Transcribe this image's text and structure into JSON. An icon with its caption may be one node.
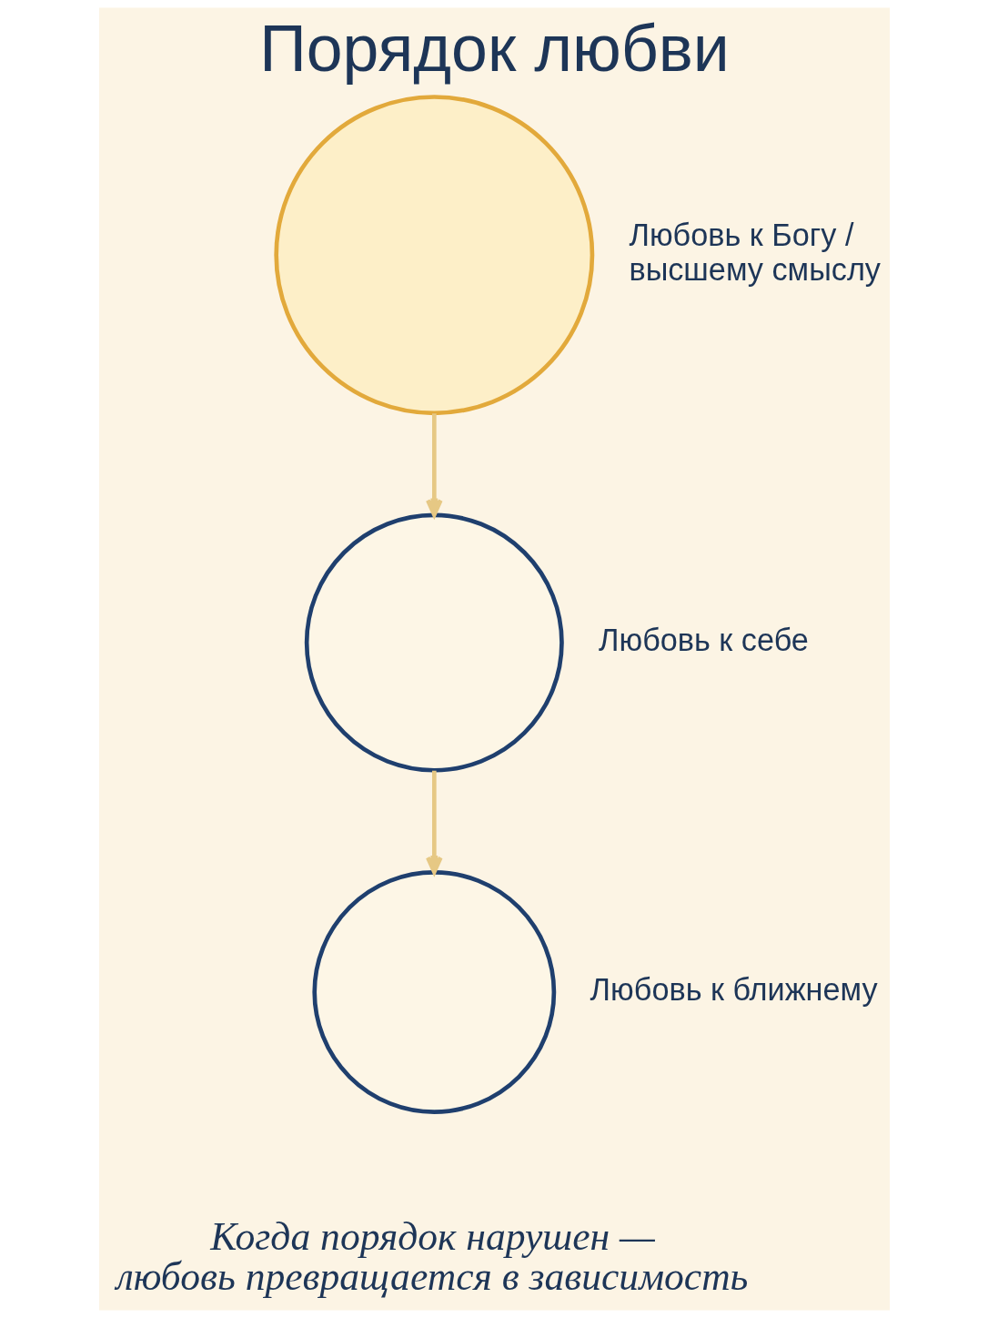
{
  "diagram": {
    "title": "Порядок любви",
    "caption": "Когда порядок нарушен — любовь превращается в зависимость",
    "nodes": [
      {
        "text": [],
        "shape": "circle",
        "beside": [
          "Любовь к Богу / высшему смыслу"
        ]
      },
      {
        "text": [],
        "shape": "circle",
        "beside": [
          "Любовь к себе"
        ]
      },
      {
        "text": [],
        "shape": "circle",
        "beside": [
          "Любовь к ближнему"
        ]
      }
    ],
    "edges": [
      {
        "from": 0,
        "to": 1,
        "arrow": "to"
      },
      {
        "from": 1,
        "to": 2,
        "arrow": "to"
      }
    ]
  }
}
